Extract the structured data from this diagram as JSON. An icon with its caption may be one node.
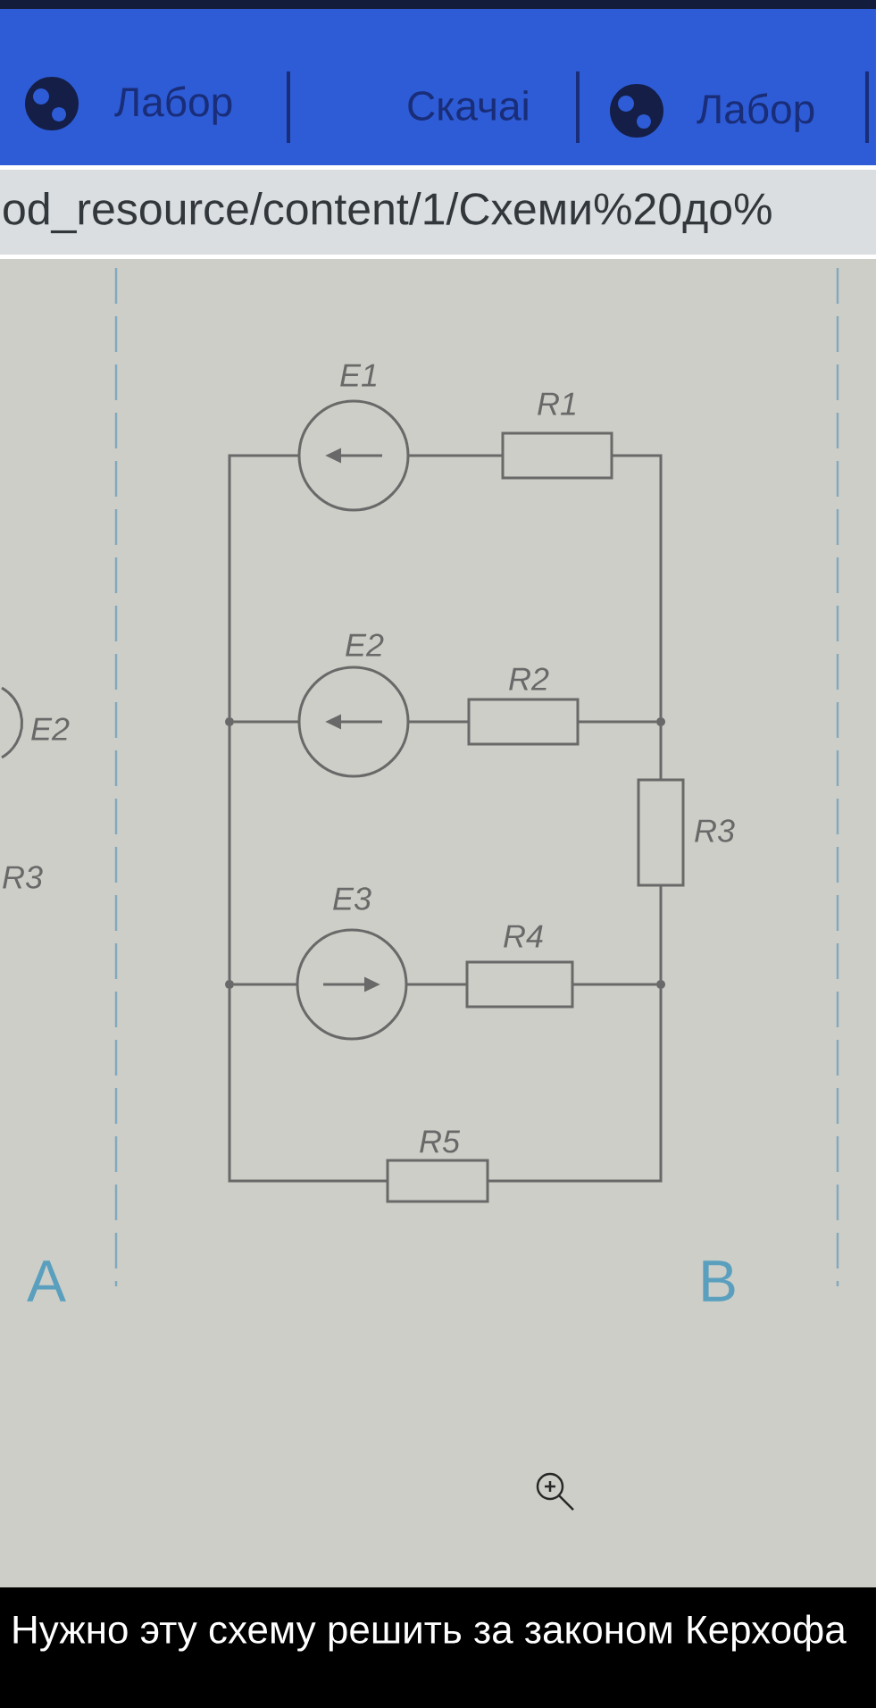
{
  "diagram": {
    "caption": "Нужно эту схему решить за законом Керхофа",
    "nodes": [
      {
        "text": [
          "E1"
        ]
      },
      {
        "text": [
          "R1"
        ]
      },
      {
        "text": [
          "E2"
        ]
      },
      {
        "text": [
          "R2"
        ]
      },
      {
        "text": [
          "R3"
        ]
      },
      {
        "text": [
          "E3"
        ]
      },
      {
        "text": [
          "R4"
        ]
      },
      {
        "text": [
          "R5"
        ]
      },
      {
        "text": [],
        "shape": "circle"
      },
      {
        "text": [],
        "shape": "circle"
      },
      {
        "text": [],
        "shape": "circle"
      },
      {
        "text": [],
        "shape": "circle"
      }
    ],
    "edges": [
      {
        "from": 8,
        "to": 0,
        "arrow": "none"
      },
      {
        "from": 0,
        "to": 1,
        "arrow": "none"
      },
      {
        "from": 1,
        "to": 9,
        "arrow": "none"
      },
      {
        "from": 8,
        "to": 2,
        "arrow": "none"
      },
      {
        "from": 2,
        "to": 3,
        "arrow": "none"
      },
      {
        "from": 3,
        "to": 9,
        "arrow": "none"
      },
      {
        "from": 9,
        "to": 4,
        "arrow": "none"
      },
      {
        "from": 4,
        "to": 11,
        "arrow": "none"
      },
      {
        "from": 10,
        "to": 8,
        "arrow": "none"
      },
      {
        "from": 10,
        "to": 5,
        "arrow": "none"
      },
      {
        "from": 5,
        "to": 6,
        "arrow": "none"
      },
      {
        "from": 6,
        "to": 11,
        "arrow": "none"
      },
      {
        "from": 10,
        "to": 7,
        "arrow": "none"
      },
      {
        "from": 7,
        "to": 11,
        "arrow": "none"
      }
    ],
    "labels": [
      "Лабор",
      "Скачаі",
      "Лабор",
      "od_resource/content/1/Схеми%20до%",
      "E2",
      "R3",
      "A",
      "B"
    ]
  }
}
